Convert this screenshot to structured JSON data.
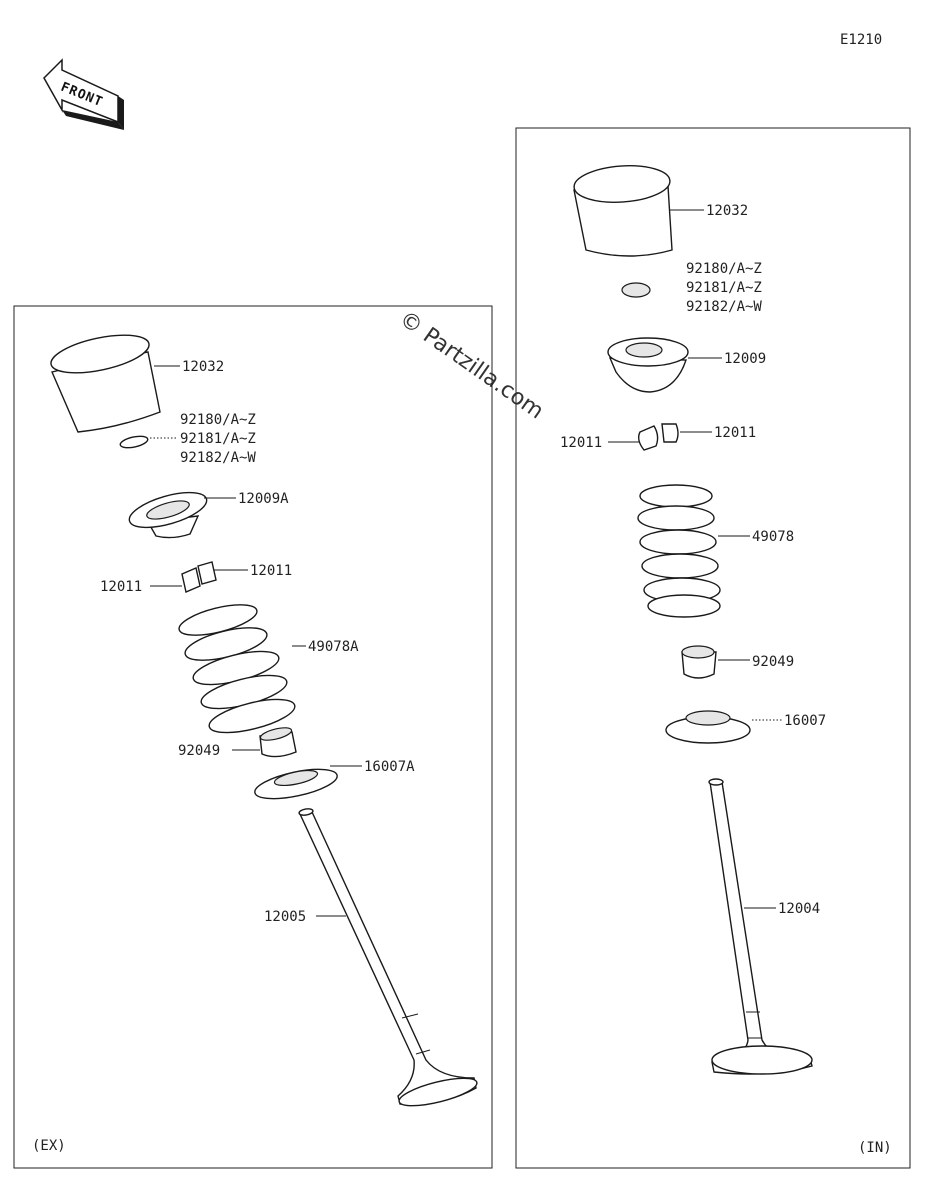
{
  "diagram_code": "E1210",
  "front_label": "FRONT",
  "watermark": "© Partzilla.com",
  "exhaust": {
    "tag": "(EX)",
    "labels": {
      "tappet": "12032",
      "shim_1": "92180/A~Z",
      "shim_2": "92181/A~Z",
      "shim_3": "92182/A~W",
      "retainer": "12009A",
      "cotter_left": "12011",
      "cotter_right": "12011",
      "spring": "49078A",
      "seal": "92049",
      "spring_seat": "16007A",
      "valve": "12005"
    }
  },
  "intake": {
    "tag": "(IN)",
    "labels": {
      "tappet": "12032",
      "shim_1": "92180/A~Z",
      "shim_2": "92181/A~Z",
      "shim_3": "92182/A~W",
      "retainer": "12009",
      "cotter_left": "12011",
      "cotter_right": "12011",
      "spring": "49078",
      "seal": "92049",
      "spring_seat": "16007",
      "valve": "12004"
    }
  }
}
